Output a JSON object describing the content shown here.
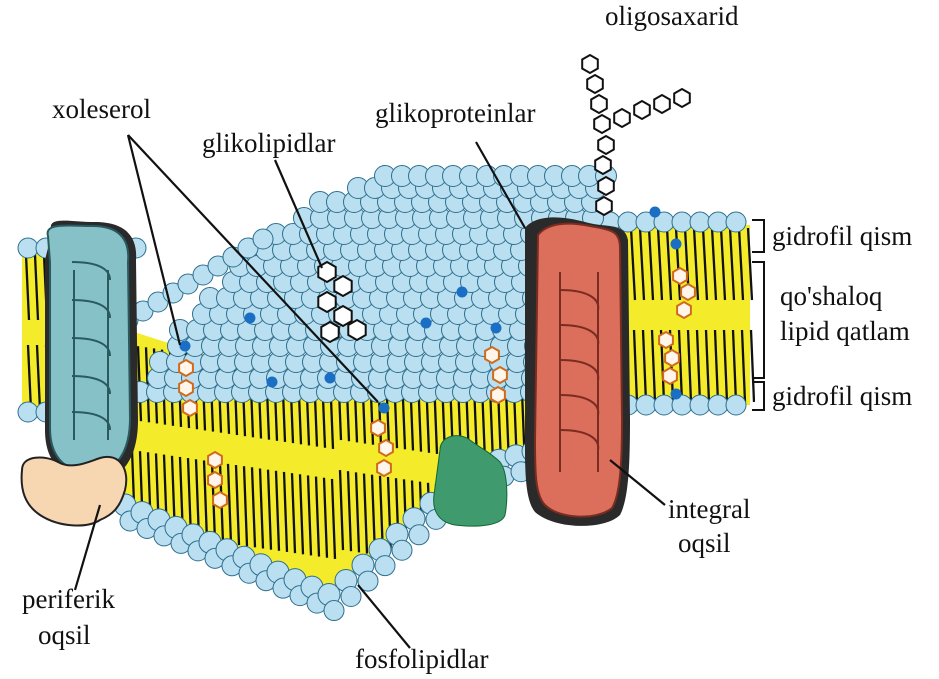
{
  "labels": {
    "oligosaxarid": "oligosaxarid",
    "xoleserol": "xoleserol",
    "glikolipidlar": "glikolipidlar",
    "glikoproteinlar": "glikoproteinlar",
    "gidrofil_top": "gidrofil qism",
    "qoshaloq_line1": "qo'shaloq",
    "qoshaloq_line2": "lipid qatlam",
    "gidrofil_bottom": "gidrofil qism",
    "integral_line1": "integral",
    "integral_line2": "oqsil",
    "periferik_line1": "periferik",
    "periferik_line2": "oqsil",
    "fosfolipidlar": "fosfolipidlar"
  },
  "colors": {
    "lipid_head": "#b9dff0",
    "hydrophobic_core": "#f4ec2a",
    "integral_protein_teal": "#86c1c8",
    "integral_protein_red": "#db6f5c",
    "peripheral_protein": "#f7d7b2",
    "channel_protein": "#3f9b6e",
    "surface_marker": "#1a6fc4"
  }
}
